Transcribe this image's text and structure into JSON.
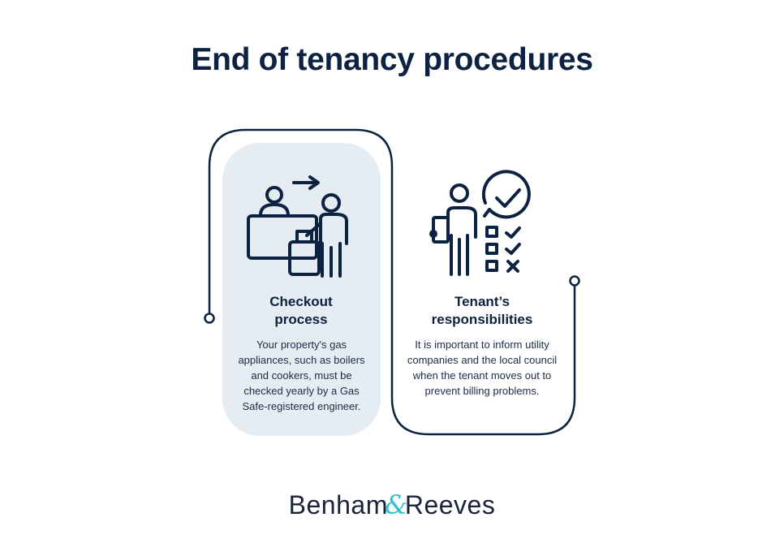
{
  "title": "End of tenancy procedures",
  "cards": [
    {
      "heading_line1": "Checkout",
      "heading_line2": "process",
      "text": "Your property's gas appliances, such as boilers and cookers, must be checked yearly by a Gas Safe-registered engineer.",
      "icon": "checkout-desk-icon"
    },
    {
      "heading_line1": "Tenant’s",
      "heading_line2": "responsibilities",
      "text": "It is important to inform utility companies and the local council when the tenant moves out to prevent billing problems.",
      "icon": "checklist-person-icon"
    }
  ],
  "logo": {
    "part1": "Benham",
    "amp": "&",
    "part2": "Reeves"
  },
  "colors": {
    "navy": "#0d2240",
    "panel": "#e5edf3",
    "accent": "#2ec4cf"
  }
}
